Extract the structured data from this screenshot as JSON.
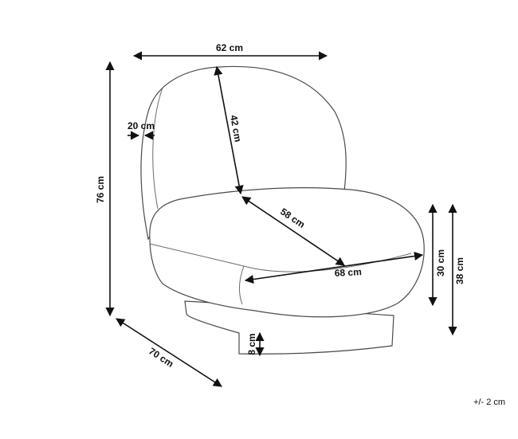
{
  "dimensions": {
    "top_width": "62 cm",
    "back_height": "42 cm",
    "back_thickness": "20 cm",
    "total_height": "76 cm",
    "seat_depth": "58 cm",
    "seat_width": "68 cm",
    "seat_thickness": "30 cm",
    "seat_height": "38 cm",
    "depth": "70 cm",
    "base_height": "8 cm"
  },
  "tolerance": "+/- 2 cm"
}
